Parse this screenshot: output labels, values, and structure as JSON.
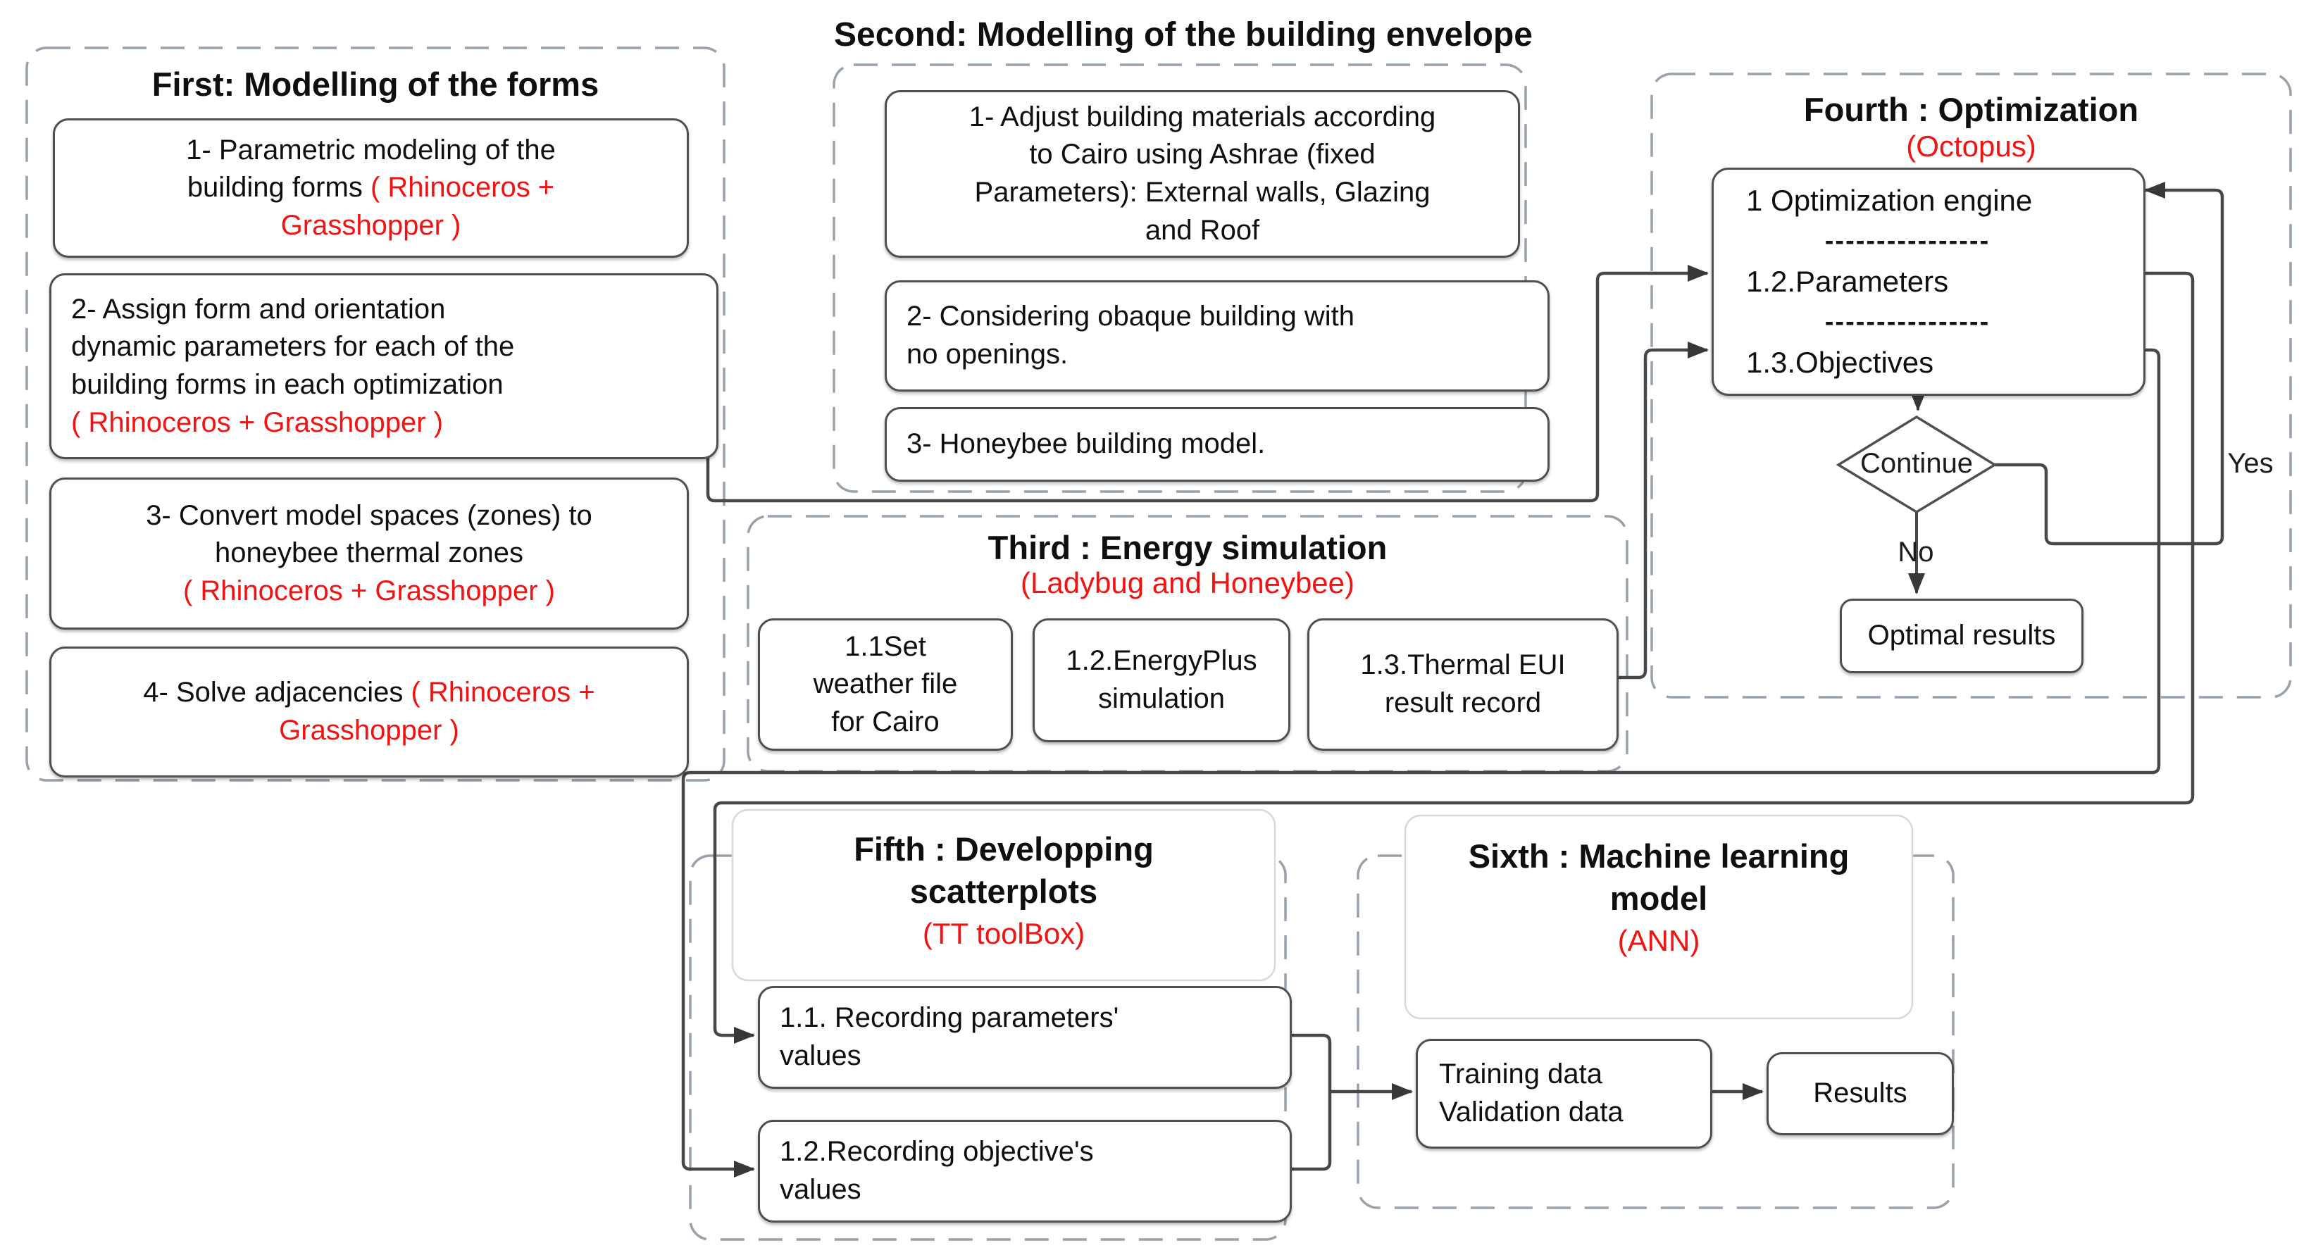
{
  "colors": {
    "red": "#f21212",
    "line": "#474747",
    "border": "#4f4f4f",
    "dash": "#99a1ab",
    "text": "#0f0f0f"
  },
  "labels": {
    "yes": "Yes",
    "no": "No",
    "continue": "Continue",
    "separator": "----------------"
  },
  "sections": {
    "first": {
      "title": "First: Modelling of the forms",
      "b1": [
        [
          {
            "t": "1- Parametric modeling of the"
          }
        ],
        [
          {
            "t": "building forms  "
          },
          {
            "t": "( Rhinoceros +",
            "red": true
          }
        ],
        [
          {
            "t": "Grasshopper )",
            "red": true
          }
        ]
      ],
      "b2": [
        [
          {
            "t": "2- Assign form and orientation"
          }
        ],
        [
          {
            "t": "dynamic parameters for each of the"
          }
        ],
        [
          {
            "t": "building forms in each optimization"
          }
        ],
        [
          {
            "t": "( Rhinoceros + Grasshopper )",
            "red": true
          }
        ]
      ],
      "b3": [
        [
          {
            "t": "3- Convert model spaces (zones) to"
          }
        ],
        [
          {
            "t": "honeybee thermal zones"
          }
        ],
        [
          {
            "t": "( Rhinoceros + Grasshopper )",
            "red": true
          }
        ]
      ],
      "b4": [
        [
          {
            "t": "4- Solve adjacencies "
          },
          {
            "t": "( Rhinoceros +",
            "red": true
          }
        ],
        [
          {
            "t": "Grasshopper )",
            "red": true
          }
        ]
      ]
    },
    "second": {
      "title": "Second: Modelling of the building envelope",
      "b1": [
        [
          {
            "t": "1- Adjust building materials according"
          }
        ],
        [
          {
            "t": "to Cairo using Ashrae (fixed"
          }
        ],
        [
          {
            "t": "Parameters): External walls, Glazing"
          }
        ],
        [
          {
            "t": "and Roof"
          }
        ]
      ],
      "b2": [
        [
          {
            "t": "2- Considering obaque building with"
          }
        ],
        [
          {
            "t": "no openings."
          }
        ]
      ],
      "b3": [
        [
          {
            "t": "3- Honeybee building model."
          }
        ]
      ]
    },
    "third": {
      "title": "Third : Energy simulation",
      "subtitle": "(Ladybug and Honeybee)",
      "b1": [
        [
          {
            "t": "1.1Set"
          }
        ],
        [
          {
            "t": "weather file"
          }
        ],
        [
          {
            "t": "for Cairo"
          }
        ]
      ],
      "b2": [
        [
          {
            "t": "1.2.EnergyPlus"
          }
        ],
        [
          {
            "t": "simulation"
          }
        ]
      ],
      "b3": [
        [
          {
            "t": "1.3.Thermal EUI"
          }
        ],
        [
          {
            "t": "result record"
          }
        ]
      ]
    },
    "fourth": {
      "title": "Fourth : Optimization",
      "subtitle": "(Octopus)",
      "engine": {
        "rows": [
          "1 Optimization engine",
          "1.2.Parameters",
          "1.3.Objectives"
        ]
      },
      "decision": "Continue",
      "optimal": "Optimal results"
    },
    "fifth": {
      "title_line1": "Fifth : Developping",
      "title_line2": "scatterplots",
      "subtitle": "(TT toolBox)",
      "b1": [
        [
          {
            "t": "1.1. Recording parameters'"
          }
        ],
        [
          {
            "t": "values"
          }
        ]
      ],
      "b2": [
        [
          {
            "t": "1.2.Recording objective's"
          }
        ],
        [
          {
            "t": "values"
          }
        ]
      ]
    },
    "sixth": {
      "title_line1": "Sixth : Machine learning",
      "title_line2": "model",
      "subtitle": "(ANN)",
      "b1": [
        [
          {
            "t": "Training data"
          }
        ],
        [
          {
            "t": "Validation data"
          }
        ]
      ],
      "b2": [
        [
          {
            "t": "Results"
          }
        ]
      ]
    }
  }
}
